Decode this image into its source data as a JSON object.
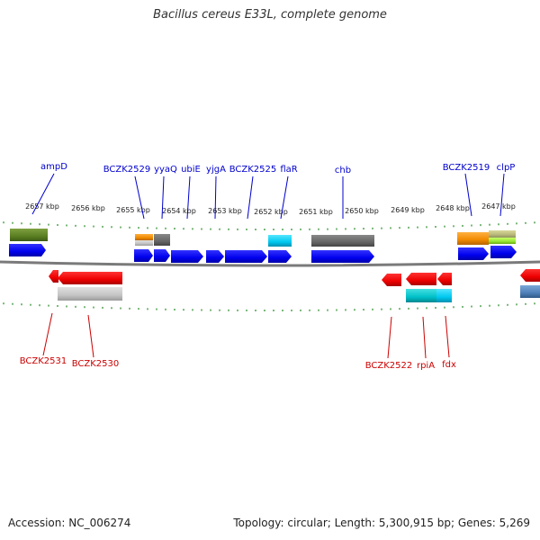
{
  "title": "Bacillus cereus E33L, complete genome",
  "footer": {
    "accession": "Accession: NC_006274",
    "topology": "Topology: circular; Length: 5,300,915 bp; Genes: 5,269"
  },
  "scale_labels": [
    "2657 kbp",
    "2656 kbp",
    "2655 kbp",
    "2654 kbp",
    "2653 kbp",
    "2652 kbp",
    "2651 kbp",
    "2650 kbp",
    "2649 kbp",
    "2648 kbp",
    "2647 kbp"
  ],
  "forward_labels": [
    "ampD",
    "BCZK2529",
    "yyaQ",
    "ubiE",
    "yjgA",
    "BCZK2525",
    "flaR",
    "chb",
    "BCZK2519",
    "clpP"
  ],
  "reverse_labels": [
    "BCZK2531",
    "BCZK2530",
    "BCZK2522",
    "rpiA",
    "fdx"
  ],
  "colors": {
    "forward_gene": "#0000ee",
    "reverse_gene": "#ee0000",
    "tick": "#228822",
    "backbone": "#888888",
    "forward_label": "#0000cc",
    "reverse_label": "#cc0000"
  }
}
